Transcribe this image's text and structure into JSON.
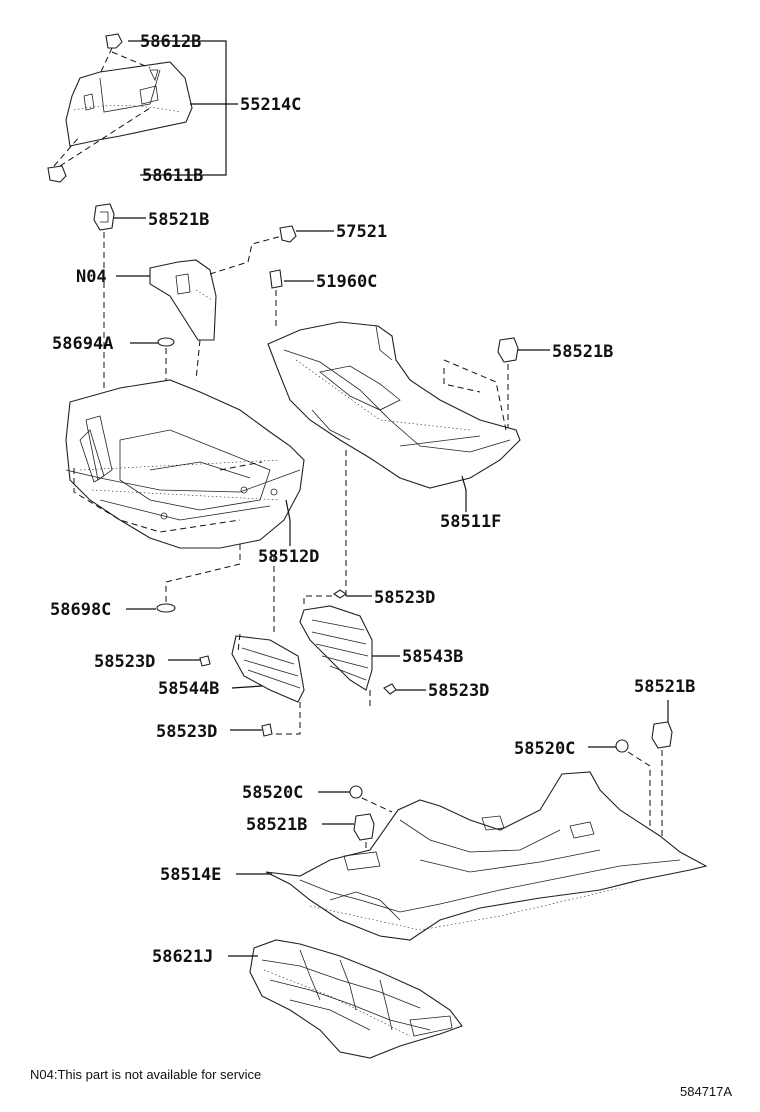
{
  "diagram": {
    "labels": {
      "p58612B": "58612B",
      "p55214C": "55214C",
      "p58611B": "58611B",
      "p58521B_top": "58521B",
      "p57521": "57521",
      "pN04": "N04",
      "p51960C": "51960C",
      "p58694A": "58694A",
      "p58521B_right": "58521B",
      "p58511F": "58511F",
      "p58512D": "58512D",
      "p58698C": "58698C",
      "p58523D_a": "58523D",
      "p58523D_b": "58523D",
      "p58543B": "58543B",
      "p58523D_c": "58523D",
      "p58544B": "58544B",
      "p58523D_d": "58523D",
      "p58521B_lower": "58521B",
      "p58520C_right": "58520C",
      "p58520C_left": "58520C",
      "p58521B_left": "58521B",
      "p58514E": "58514E",
      "p58621J": "58621J"
    },
    "footnote": "N04:This part is not available for service",
    "diagram_code": "584717A"
  }
}
